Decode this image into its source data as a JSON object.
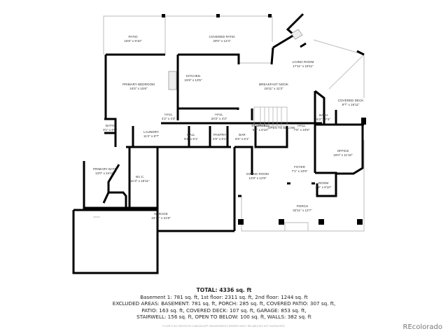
{
  "rooms": [
    {
      "name": "Patio",
      "size": "16'6\" x 9'10\""
    },
    {
      "name": "Covered Patio",
      "size": "29'0\" x 12'4\""
    },
    {
      "name": "Primary Bedroom",
      "size": "19'2\" x 15'6\""
    },
    {
      "name": "Kitchen",
      "size": "15'8\" x 13'5\""
    },
    {
      "name": "Breakfast Nook",
      "size": "19'11\" x 11'3\""
    },
    {
      "name": "Living Room",
      "size": "17'11\" x 18'11\""
    },
    {
      "name": "Covered Deck",
      "size": "9'7\" x 16'11\""
    },
    {
      "name": "Bath",
      "size": "5'3\" x 7'4\""
    },
    {
      "name": "Hall",
      "size": "7'5\" x 10'8\""
    },
    {
      "name": "Stairwell",
      "size": "9'8\" x 6'10\""
    },
    {
      "name": "Open to below",
      "size": ""
    },
    {
      "name": "Hall",
      "size": "4'2\" x 4'3\""
    },
    {
      "name": "Hall",
      "size": "20'2\" x 4'3\""
    },
    {
      "name": "Bath",
      "size": "3'1\" x 6'0\""
    },
    {
      "name": "Laundry",
      "size": "11'2\" x 8'7\""
    },
    {
      "name": "Hall",
      "size": "9'2\" x 6'1\""
    },
    {
      "name": "Pantry",
      "size": "4'9\" x 6'1\""
    },
    {
      "name": "Bar",
      "size": "6'5\" x 6'1\""
    },
    {
      "name": "Primary Bath",
      "size": "13'0\" x 24'10\""
    },
    {
      "name": "W.I.C.",
      "size": "11'3\" x 15'11\""
    },
    {
      "name": "Office",
      "size": "15'0\" x 11'10\""
    },
    {
      "name": "Dining Room",
      "size": "12'8\" x 12'8\""
    },
    {
      "name": "Foyer",
      "size": "7'1\" x 10'9\""
    },
    {
      "name": "Room",
      "size": "4'9\" x 5'10\""
    },
    {
      "name": "Porch",
      "size": "32'11\" x 12'7\""
    },
    {
      "name": "Garage",
      "size": "42'11\" x 21'8\""
    }
  ],
  "summary": {
    "total": "TOTAL: 4336 sq. ft",
    "lines": [
      "Basement 1: 781 sq. ft, 1st floor: 2311 sq. ft, 2nd floor: 1244 sq. ft",
      "EXCLUDED AREAS: BASEMENT: 781 sq. ft, PORCH: 285 sq. ft, COVERED PATIO: 307 sq. ft,",
      "PATIO: 163 sq. ft, COVERED DECK: 107 sq. ft, GARAGE: 853 sq. ft,",
      "STAIRWELL: 156 sq. ft, OPEN TO BELOW: 100 sq. ft, WALLS: 382 sq. ft"
    ]
  },
  "disclaimer": "Floor plan created by CubiCasa app. Measurements deemed highly reliable but not guaranteed.",
  "logo": "REcolorado",
  "colors": {
    "wall": "#000000",
    "thin_wall": "#cccccc",
    "text": "#333333"
  }
}
